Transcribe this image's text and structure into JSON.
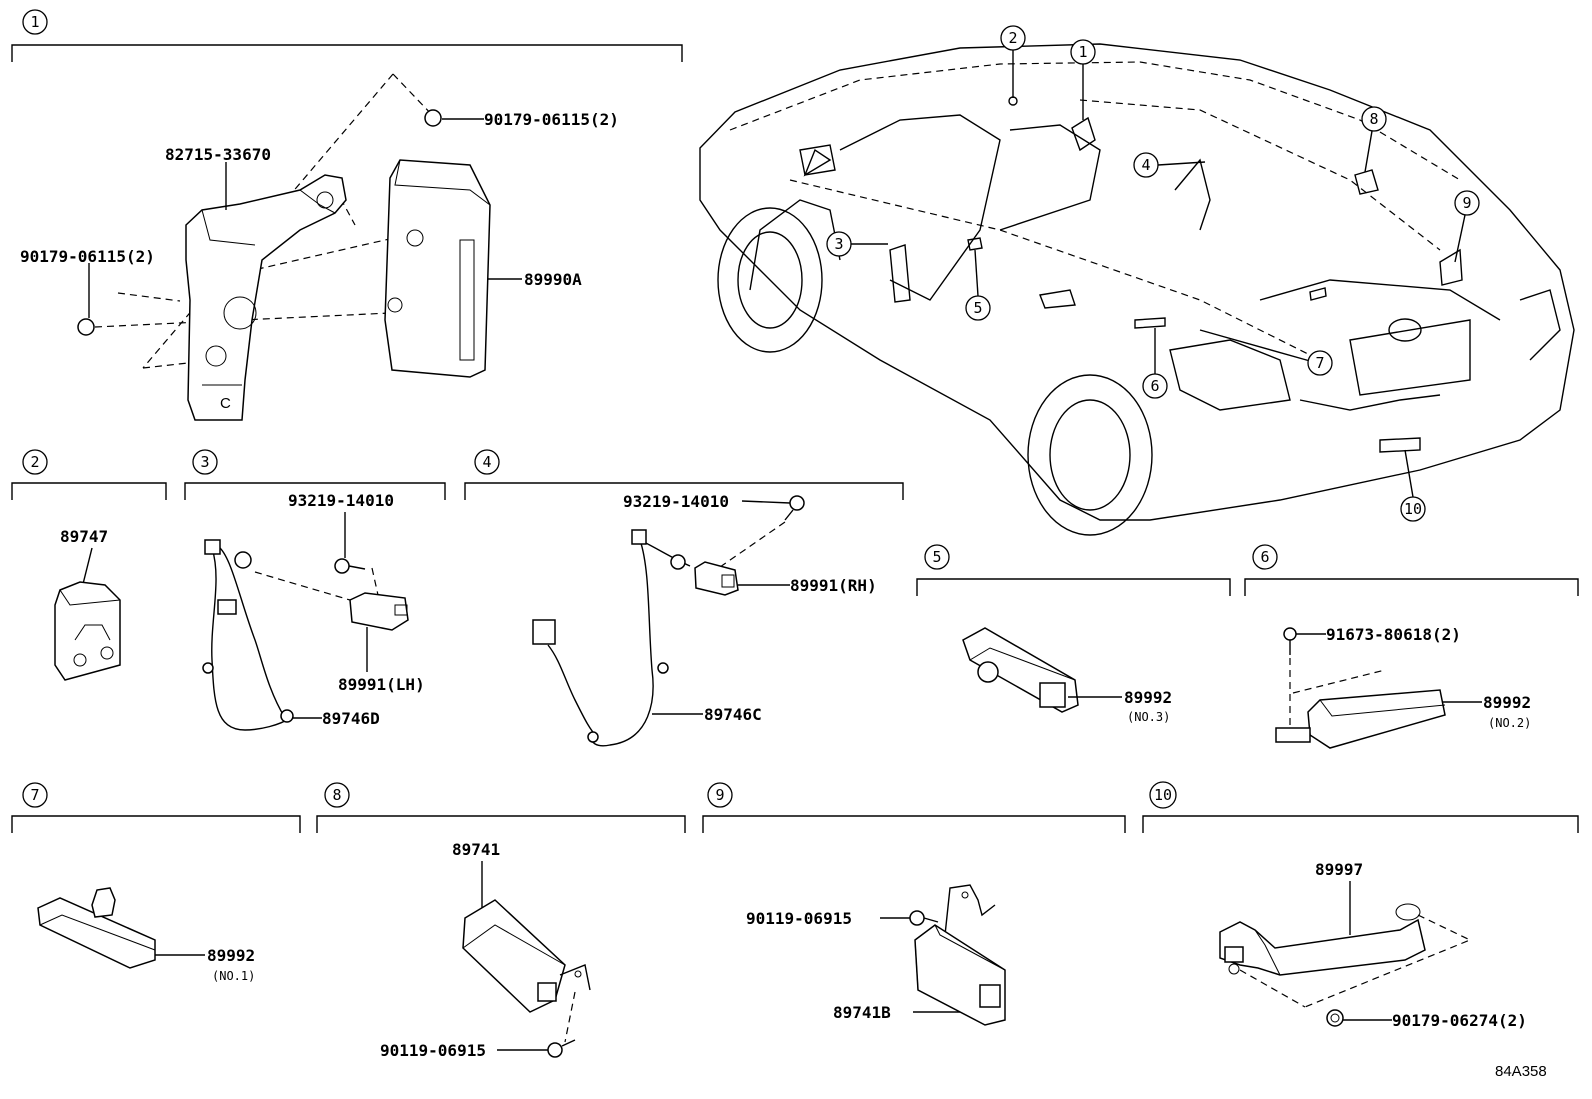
{
  "section_numbers": [
    "1",
    "2",
    "3",
    "4",
    "5",
    "6",
    "7",
    "8",
    "9",
    "10"
  ],
  "car_callouts": [
    "1",
    "2",
    "3",
    "4",
    "5",
    "6",
    "7",
    "8",
    "9",
    "10"
  ],
  "section1": {
    "bracket_part": "82715-33670",
    "nut_top": "90179-06115(2)",
    "nut_left": "90179-06115(2)",
    "module": "89990A",
    "bracket_letter": "C"
  },
  "section2": {
    "sensor": "89747"
  },
  "section3": {
    "bolt": "93219-14010",
    "handle_sensor": "89991(LH)",
    "harness": "89746D"
  },
  "section4": {
    "bolt": "93219-14010",
    "handle_sensor": "89991(RH)",
    "harness": "89746C"
  },
  "section5": {
    "antenna": "89992",
    "antenna_note": "(NO.3)"
  },
  "section6": {
    "screw": "91673-80618(2)",
    "antenna": "89992",
    "antenna_note": "(NO.2)"
  },
  "section7": {
    "antenna": "89992",
    "antenna_note": "(NO.1)"
  },
  "section8": {
    "receiver": "89741",
    "bolt": "90119-06915"
  },
  "section9": {
    "bolt": "90119-06915",
    "receiver": "89741B"
  },
  "section10": {
    "handle": "89997",
    "nut": "90179-06274(2)"
  },
  "diagram_code": "84A358"
}
